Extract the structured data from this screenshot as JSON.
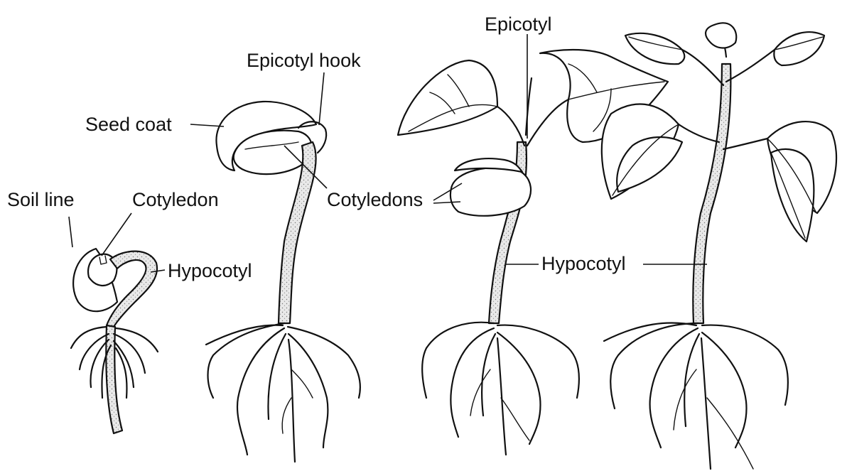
{
  "labels": {
    "soil_line": "Soil line",
    "cotyledon": "Cotyledon",
    "hypocotyl_1": "Hypocotyl",
    "seed_coat": "Seed coat",
    "epicotyl_hook": "Epicotyl hook",
    "cotyledons": "Cotyledons",
    "epicotyl": "Epicotyl",
    "hypocotyl_2": "Hypocotyl"
  },
  "colors": {
    "ink": "#111111",
    "background": "#ffffff"
  }
}
